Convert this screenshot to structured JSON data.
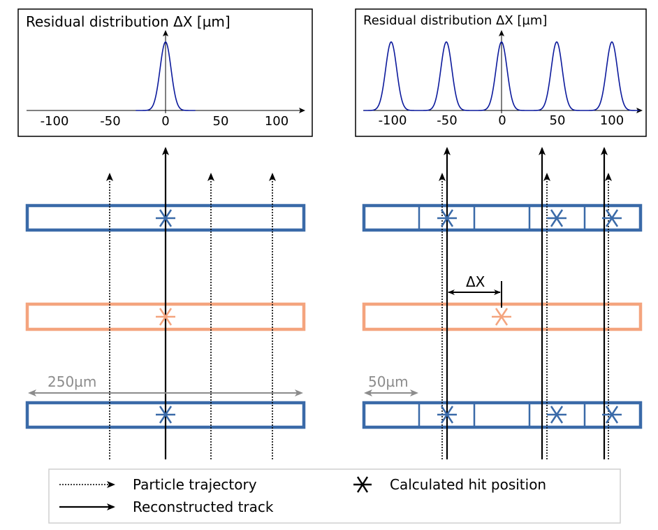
{
  "panels": [
    {
      "title": "Residual distribution ΔX [µm]",
      "x_ticks": [
        "-100",
        "-50",
        "0",
        "50",
        "100"
      ],
      "peak_centers": [
        0
      ],
      "layer_note": "250µm"
    },
    {
      "title": "Residual distribution ΔX [µm]",
      "x_ticks": [
        "-100",
        "-50",
        "0",
        "50",
        "100"
      ],
      "peak_centers": [
        -100,
        -50,
        0,
        50,
        100
      ],
      "layer_note": "50µm",
      "residual_label": "ΔX"
    }
  ],
  "legend": {
    "particle_trajectory": "Particle trajectory",
    "reconstructed_track": "Reconstructed track",
    "calculated_hit_position": "Calculated hit position"
  },
  "colors": {
    "detector_blue": "#3a6aa8",
    "dut_orange": "#f4a47e",
    "curve_navy": "#0c1a9c",
    "dimension_grey": "#8c8c8c"
  }
}
